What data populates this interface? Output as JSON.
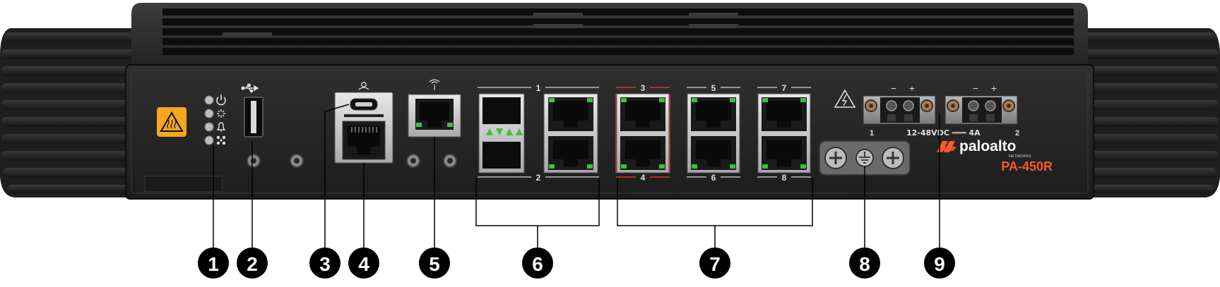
{
  "device": {
    "brand": "paloalto",
    "brand_sub": "NETWORKS",
    "model": "PA-450R",
    "power_rating": "12-48VDC ═══ 4A",
    "colors": {
      "chassis": "#2b2b2b",
      "chassis_dark": "#161616",
      "brand_orange": "#fa582d",
      "warning_yellow": "#f5a623",
      "port_led_green": "#3fbf3f",
      "highlight_red": "#d9362b",
      "callout": "#000000"
    }
  },
  "led_icons": [
    "power-icon",
    "status-icon",
    "alarm-icon",
    "fan-icon"
  ],
  "port_labels": {
    "mgmt_icon": "person-icon",
    "console_icon": "antenna-icon",
    "sfp_top": "1",
    "sfp_bottom": "2",
    "p3": "3",
    "p4": "4",
    "p5": "5",
    "p6": "6",
    "p7": "7",
    "p8": "8",
    "pwr1_minus": "−",
    "pwr1_plus": "+",
    "pwr1_num": "1",
    "pwr2_minus": "−",
    "pwr2_plus": "+",
    "pwr2_num": "2"
  },
  "callouts": [
    "1",
    "2",
    "3",
    "4",
    "5",
    "6",
    "7",
    "8",
    "9"
  ]
}
